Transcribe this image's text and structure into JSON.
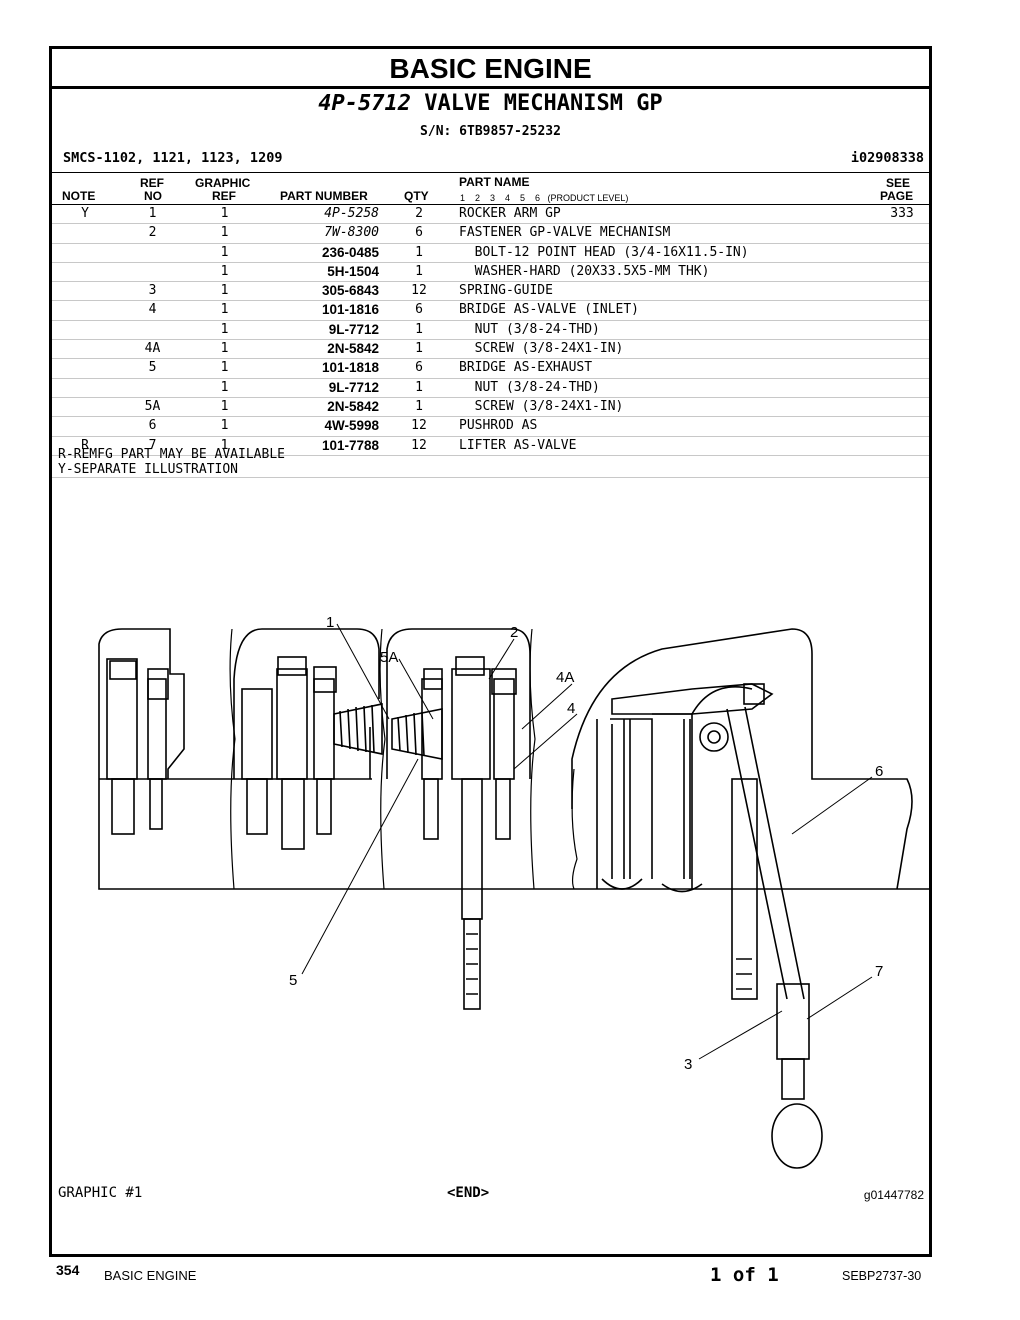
{
  "section_title": "BASIC ENGINE",
  "group": {
    "part_number": "4P-5712",
    "name": "VALVE MECHANISM GP",
    "serial_range": "S/N: 6TB9857-25232"
  },
  "smcs": "SMCS-1102, 1121, 1123, 1209",
  "doc_id": "i02908338",
  "table": {
    "headers": {
      "note": "NOTE",
      "ref_no_1": "REF",
      "ref_no_2": "NO",
      "graphic_ref_1": "GRAPHIC",
      "graphic_ref_2": "REF",
      "part_number": "PART NUMBER",
      "qty": "QTY",
      "part_name": "PART NAME",
      "product_level": "1    2    3    4    5    6   (PRODUCT LEVEL)",
      "see_page_1": "SEE",
      "see_page_2": "PAGE"
    },
    "rows": [
      {
        "note": "Y",
        "ref": "1",
        "gref": "1",
        "pn": "4P-5258",
        "qty": "2",
        "name": "ROCKER ARM GP",
        "see": "333"
      },
      {
        "note": "",
        "ref": "2",
        "gref": "1",
        "pn": "7W-8300",
        "qty": "6",
        "name": "FASTENER GP-VALVE MECHANISM",
        "see": ""
      },
      {
        "note": "",
        "ref": "",
        "gref": "1",
        "pn": "236-0485",
        "qty": "1",
        "name": "  BOLT-12 POINT HEAD (3/4-16X11.5-IN)",
        "see": ""
      },
      {
        "note": "",
        "ref": "",
        "gref": "1",
        "pn": "5H-1504",
        "qty": "1",
        "name": "  WASHER-HARD (20X33.5X5-MM THK)",
        "see": ""
      },
      {
        "note": "",
        "ref": "3",
        "gref": "1",
        "pn": "305-6843",
        "qty": "12",
        "name": "SPRING-GUIDE",
        "see": ""
      },
      {
        "note": "",
        "ref": "4",
        "gref": "1",
        "pn": "101-1816",
        "qty": "6",
        "name": "BRIDGE AS-VALVE (INLET)",
        "see": ""
      },
      {
        "note": "",
        "ref": "",
        "gref": "1",
        "pn": "9L-7712",
        "qty": "1",
        "name": "  NUT (3/8-24-THD)",
        "see": ""
      },
      {
        "note": "",
        "ref": "4A",
        "gref": "1",
        "pn": "2N-5842",
        "qty": "1",
        "name": "  SCREW (3/8-24X1-IN)",
        "see": ""
      },
      {
        "note": "",
        "ref": "5",
        "gref": "1",
        "pn": "101-1818",
        "qty": "6",
        "name": "BRIDGE AS-EXHAUST",
        "see": ""
      },
      {
        "note": "",
        "ref": "",
        "gref": "1",
        "pn": "9L-7712",
        "qty": "1",
        "name": "  NUT (3/8-24-THD)",
        "see": ""
      },
      {
        "note": "",
        "ref": "5A",
        "gref": "1",
        "pn": "2N-5842",
        "qty": "1",
        "name": "  SCREW (3/8-24X1-IN)",
        "see": ""
      },
      {
        "note": "",
        "ref": "6",
        "gref": "1",
        "pn": "4W-5998",
        "qty": "12",
        "name": "PUSHROD AS",
        "see": ""
      },
      {
        "note": "R",
        "ref": "7",
        "gref": "1",
        "pn": "101-7788",
        "qty": "12",
        "name": "LIFTER AS-VALVE",
        "see": ""
      }
    ]
  },
  "notes": [
    "R-REMFG PART MAY BE AVAILABLE",
    "Y-SEPARATE ILLUSTRATION"
  ],
  "illustration": {
    "callouts": [
      "1",
      "2",
      "5A",
      "4A",
      "4",
      "6",
      "5",
      "7",
      "3"
    ]
  },
  "graphic_label": "GRAPHIC #1",
  "end_marker": "<END>",
  "graphic_id": "g01447782",
  "footer": {
    "page": "354",
    "section": "BASIC ENGINE",
    "page_of": "1 of 1",
    "publication": "SEBP2737-30"
  }
}
